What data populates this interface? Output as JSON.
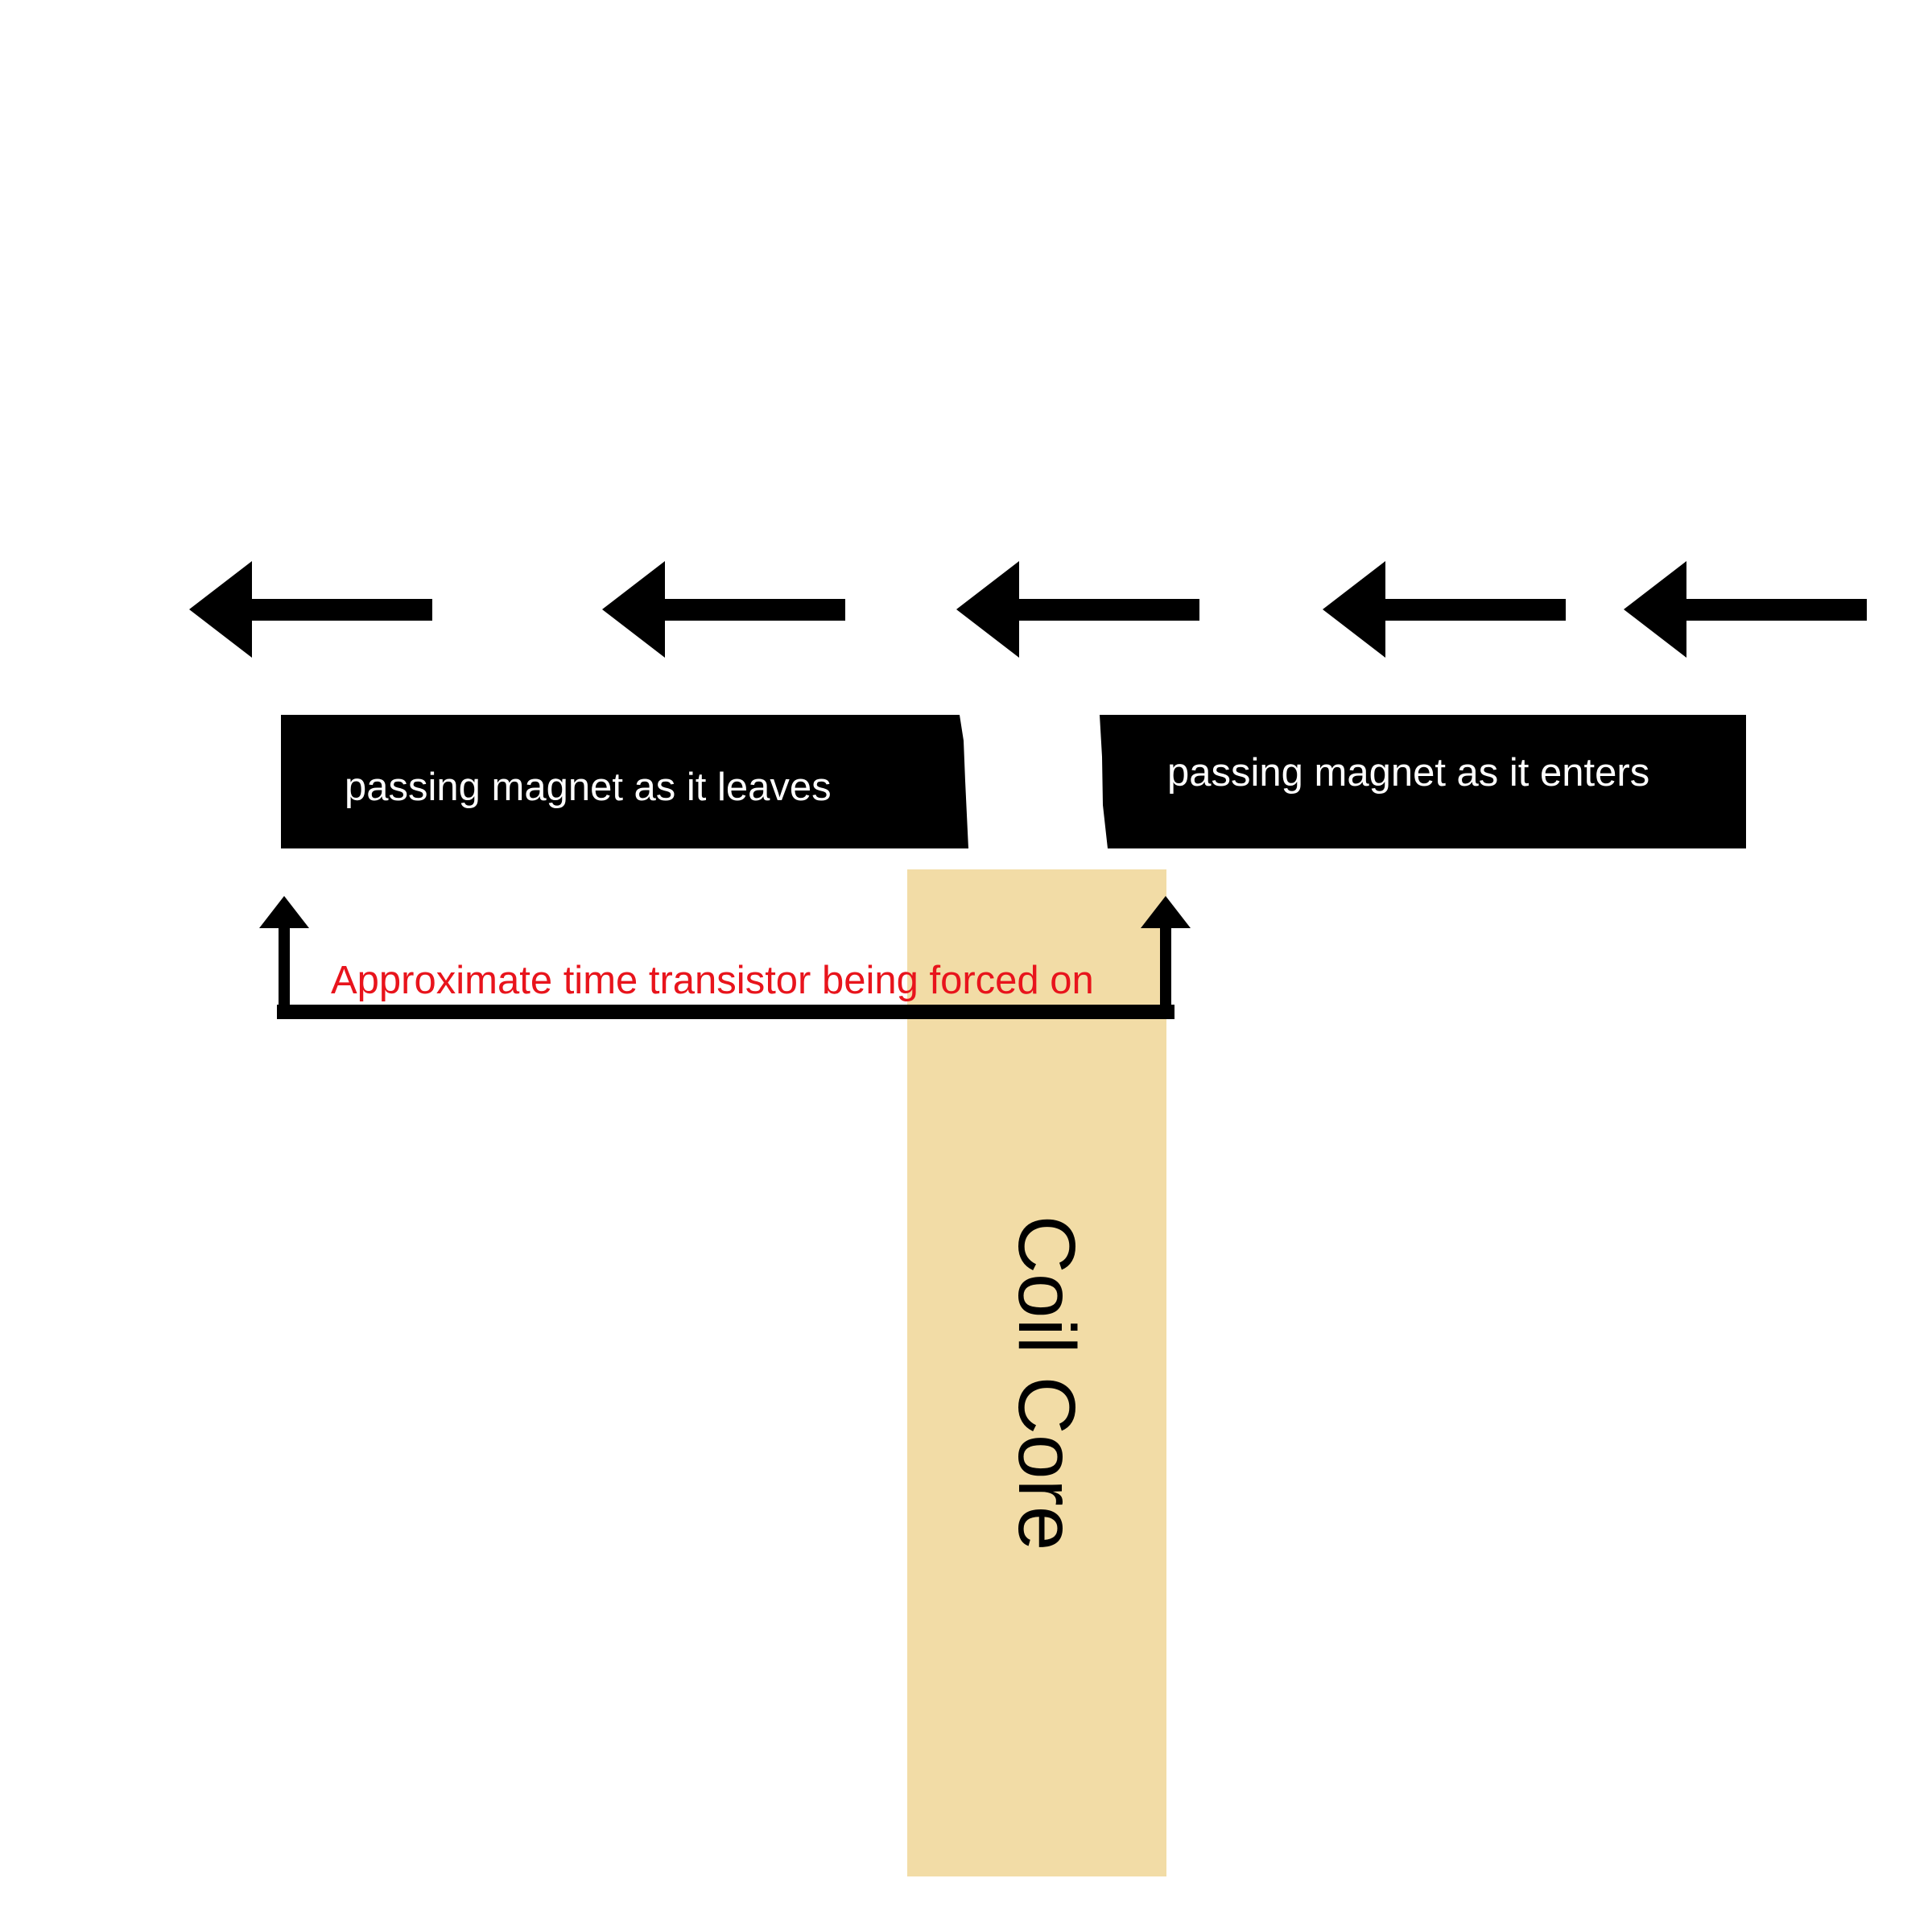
{
  "labels": {
    "magnet_leaving": "passing magnet as it leaves",
    "magnet_entering": "passing magnet as it enters",
    "transistor_on_time": "Approximate time transistor being forced on",
    "coil_core": "Coil Core"
  },
  "motion": {
    "direction": "left",
    "arrow_count": 5,
    "arrow_icon": "arrow-left-icon"
  },
  "colors": {
    "magnet": "#000000",
    "label_on_magnet": "#ffffff",
    "annotation_text": "#e8141c",
    "coil_core": "#f2dca6",
    "bracket": "#000000"
  }
}
